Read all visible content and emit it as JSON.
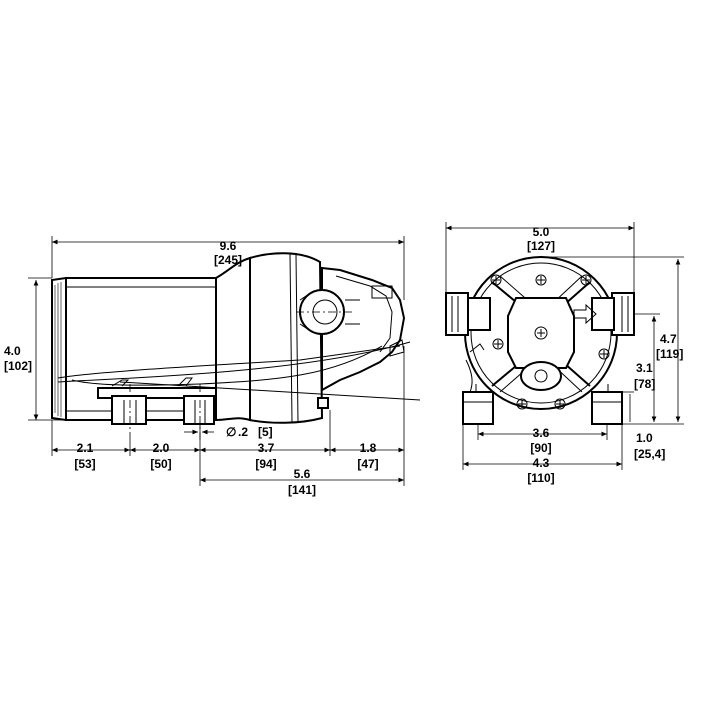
{
  "dimensions": {
    "overall_length": {
      "in": "9.6",
      "mm": "[245]"
    },
    "height": {
      "in": "4.0",
      "mm": "[102]"
    },
    "seg_a": {
      "in": "2.1",
      "mm": "[53]"
    },
    "seg_b": {
      "in": "2.0",
      "mm": "[50]"
    },
    "seg_c": {
      "in": "3.7",
      "mm": "[94]"
    },
    "seg_d": {
      "in": "1.8",
      "mm": "[47]"
    },
    "hole_dia": {
      "in": ".2",
      "mm": "[5]"
    },
    "span": {
      "in": "5.6",
      "mm": "[141]"
    },
    "end_width": {
      "in": "5.0",
      "mm": "[127]"
    },
    "end_height": {
      "in": "4.7",
      "mm": "[119]"
    },
    "port_height": {
      "in": "3.1",
      "mm": "[78]"
    },
    "foot_spacing": {
      "in": "3.6",
      "mm": "[90]"
    },
    "foot_outer": {
      "in": "4.3",
      "mm": "[110]"
    },
    "foot_height": {
      "in": "1.0",
      "mm": "[25,4]"
    }
  },
  "symbols": {
    "diameter": "∅"
  }
}
